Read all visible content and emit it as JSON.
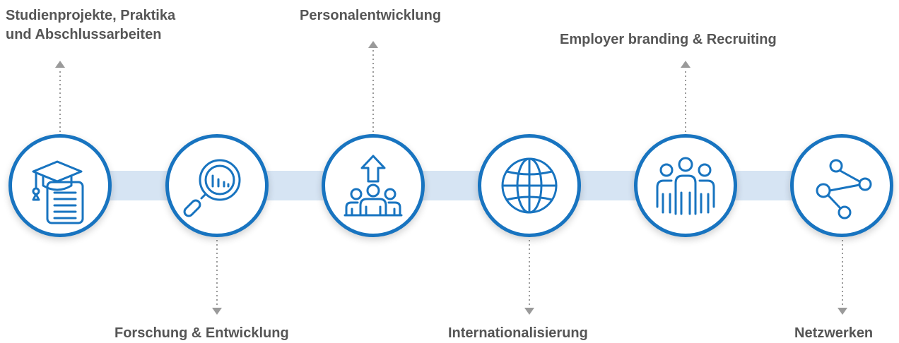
{
  "accent_color": "#1874c0",
  "band_color": "#d6e4f3",
  "text_color": "#555555",
  "steps": [
    {
      "icon": "graduation-cap-document-icon",
      "label_lines": [
        "Studienprojekte, Praktika",
        "und Abschlussarbeiten"
      ],
      "label_position": "top"
    },
    {
      "icon": "magnifier-chart-icon",
      "label_lines": [
        "Forschung & Entwicklung"
      ],
      "label_position": "bottom"
    },
    {
      "icon": "people-growth-arrow-icon",
      "label_lines": [
        "Personalentwicklung"
      ],
      "label_position": "top"
    },
    {
      "icon": "globe-icon",
      "label_lines": [
        "Internationalisierung"
      ],
      "label_position": "bottom"
    },
    {
      "icon": "team-people-icon",
      "label_lines": [
        "Employer branding & Recruiting"
      ],
      "label_position": "top"
    },
    {
      "icon": "network-nodes-icon",
      "label_lines": [
        "Netzwerken"
      ],
      "label_position": "bottom"
    }
  ]
}
